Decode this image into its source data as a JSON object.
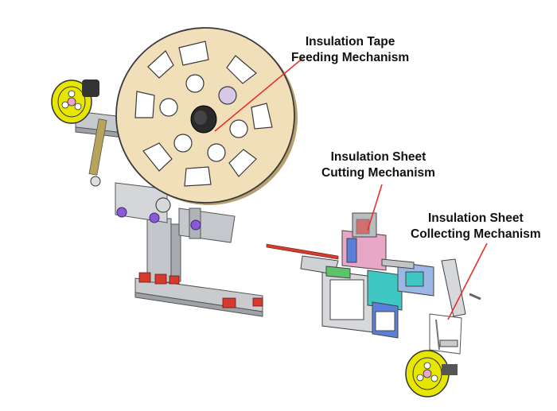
{
  "labels": {
    "tape_feeding": {
      "line1": "Insulation Tape",
      "line2": "Feeding Mechanism"
    },
    "sheet_cutting": {
      "line1": "Insulation Sheet",
      "line2": "Cutting Mechanism"
    },
    "sheet_collecting": {
      "line1": "Insulation Sheet",
      "line2": "Collecting Mechanism"
    }
  },
  "colors": {
    "reel": "#f1dfb9",
    "pointer": "#e8302a",
    "frame": "#b9bcc0",
    "spool": "#e6e600",
    "red_parts": "#d43a2e",
    "purple_parts": "#8a5ad6",
    "pink_block": "#e9a7c8",
    "teal_block": "#3fc7c3",
    "blue_block": "#5a7fd8",
    "green_block": "#5cc36a"
  }
}
